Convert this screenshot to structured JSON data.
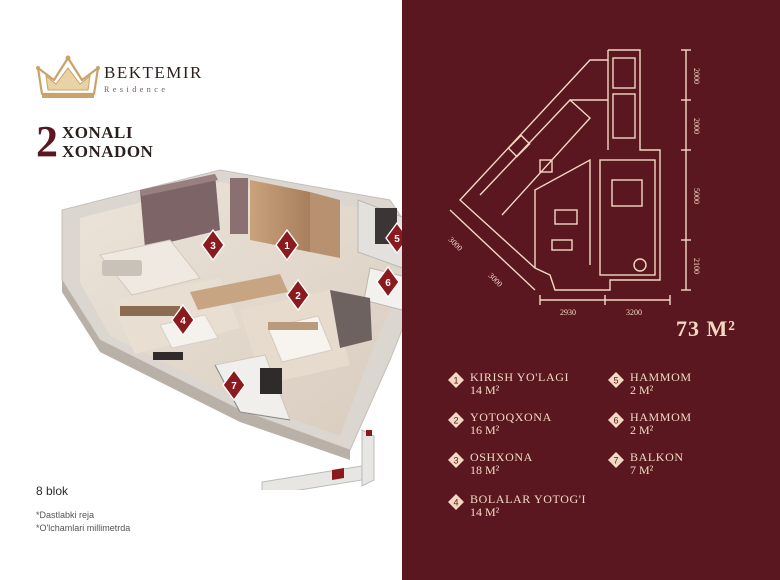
{
  "brand": {
    "name": "BEKTEMIR",
    "subtitle": "Residence"
  },
  "headline": {
    "number": "2",
    "line1": "XONALI",
    "line2": "XONADON"
  },
  "plan": {
    "block": "8 blok",
    "note1": "*Dastlabki reja",
    "note2": "*O'lchamlari millimetrda",
    "area": "73 M²",
    "dimensions": {
      "d2000a": "2000",
      "d2000b": "2000",
      "d5000": "5000",
      "d2100": "2100",
      "d3000a": "3000",
      "d3000b": "3000",
      "d2930": "2930",
      "d3200": "3200"
    }
  },
  "rooms": [
    {
      "n": "1",
      "name": "KIRISH YO'LAGI",
      "size": "14 M²"
    },
    {
      "n": "2",
      "name": "YOTOQXONA",
      "size": "16 M²"
    },
    {
      "n": "3",
      "name": "OSHXONA",
      "size": "18 M²"
    },
    {
      "n": "4",
      "name": "BOLALAR YOTOG'I",
      "size": "14 M²"
    },
    {
      "n": "5",
      "name": "HAMMOM",
      "size": "2 M²"
    },
    {
      "n": "6",
      "name": "HAMMOM",
      "size": "2 M²"
    },
    {
      "n": "7",
      "name": "BALKON",
      "size": "7 M²"
    }
  ],
  "colors": {
    "panel": "#5a1720",
    "accent": "#f3d9c2",
    "marker": "#8b1a1f",
    "gold": "#c9a36a"
  }
}
